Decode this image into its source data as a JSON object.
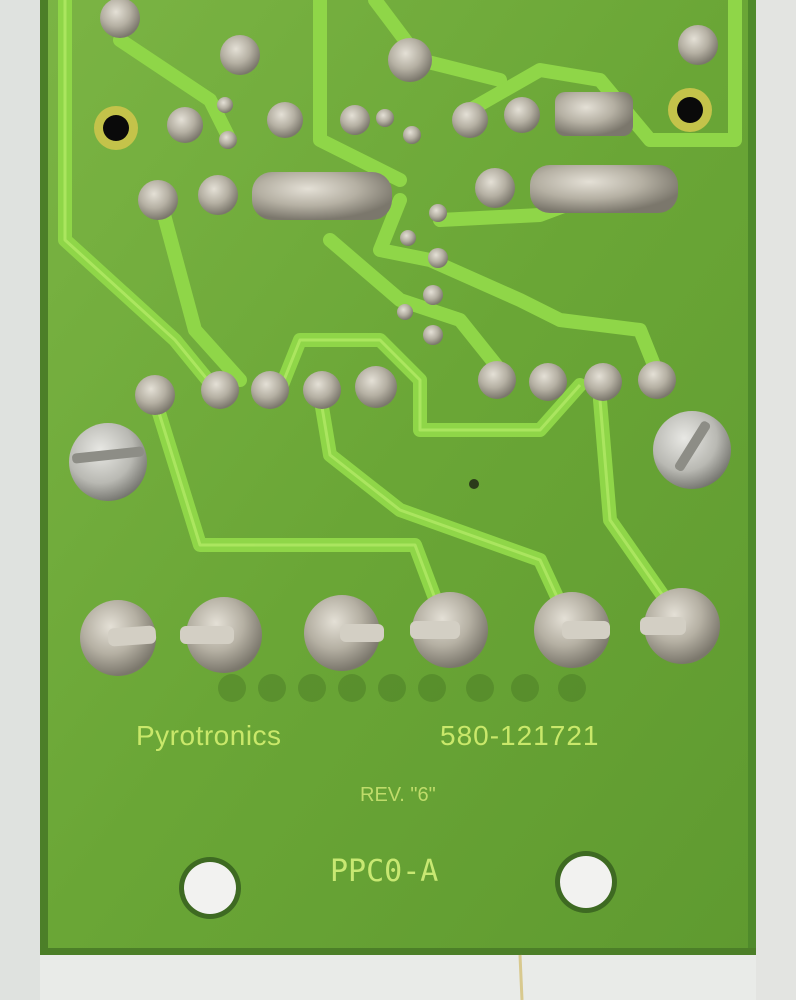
{
  "board": {
    "manufacturer": "Pyrotronics",
    "part_number": "580-121721",
    "revision": "REV. \"6\"",
    "model": "PPC0-A"
  },
  "colors": {
    "background": "#e9ebe8",
    "board": "#6fa93c",
    "trace": "#9be04a",
    "solder": "#c9c4b8",
    "silkscreen": "#c9e86a"
  }
}
